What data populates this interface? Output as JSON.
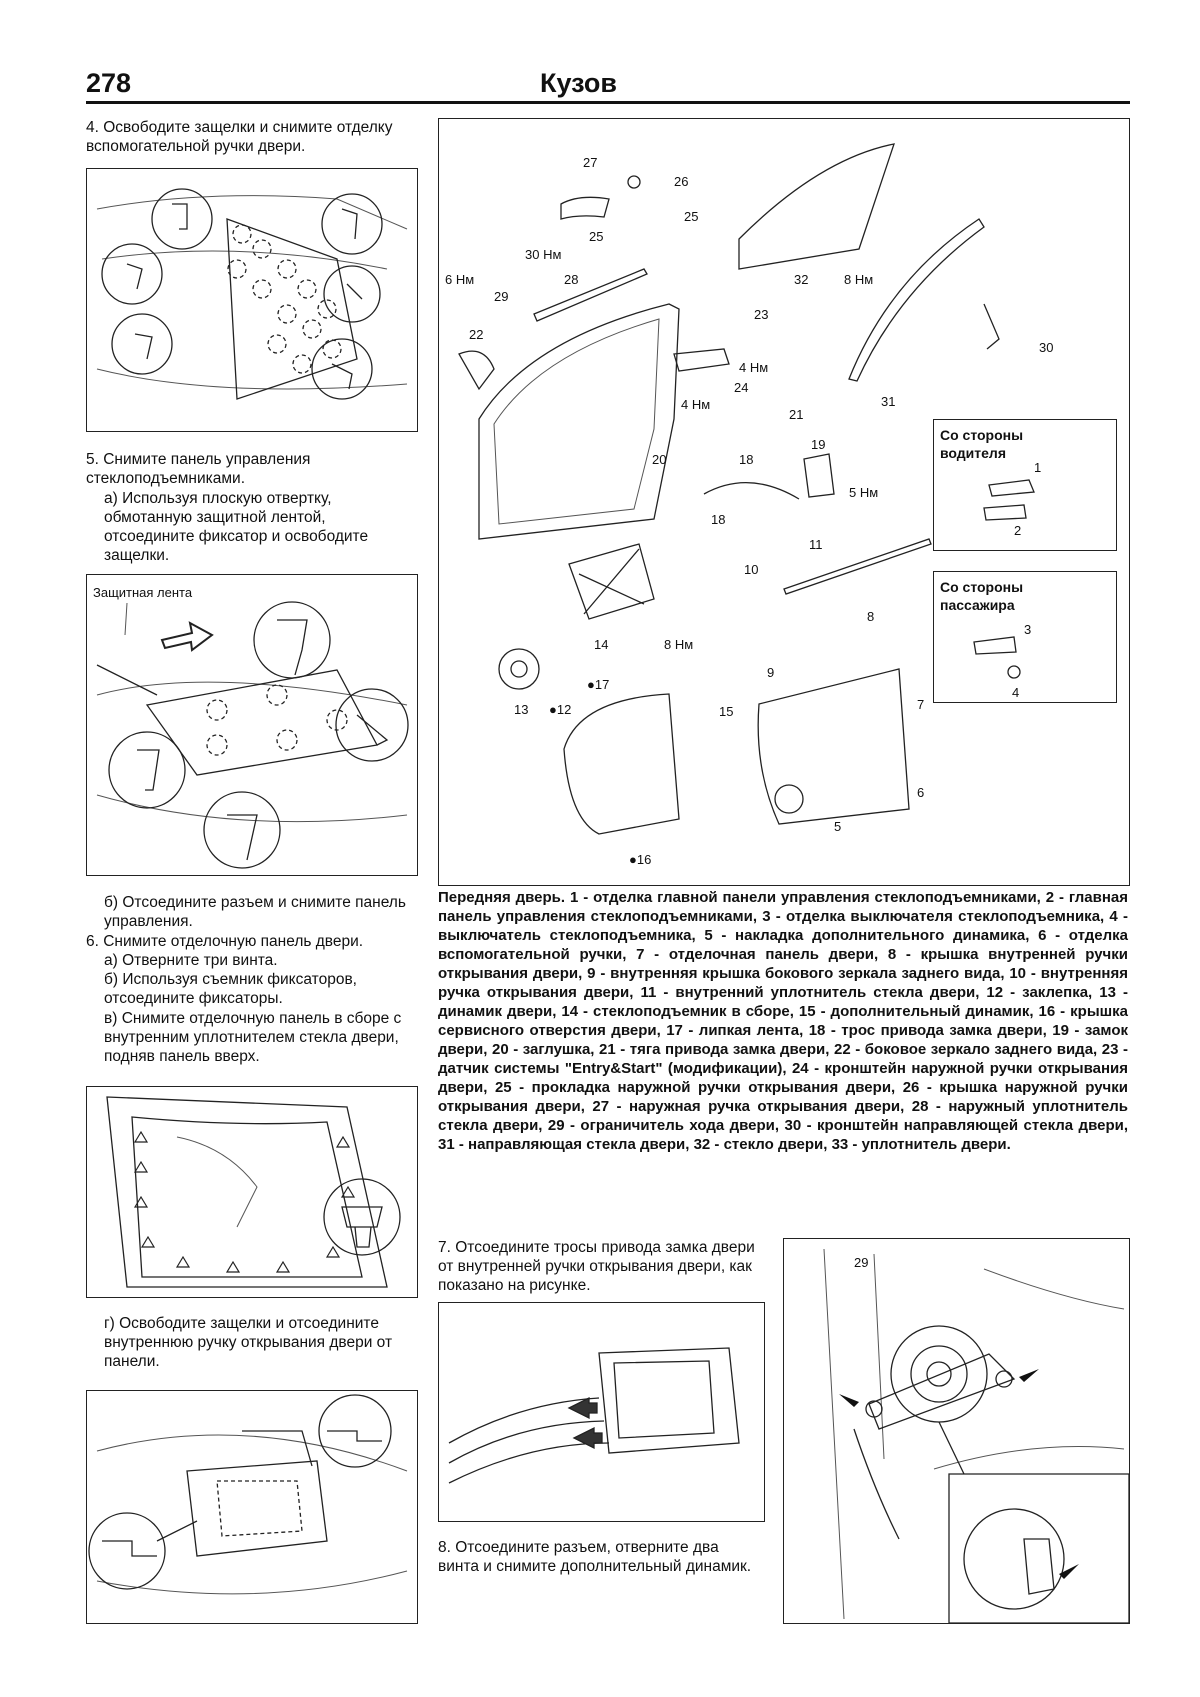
{
  "header": {
    "page_number": "278",
    "title": "Кузов"
  },
  "steps": {
    "s4": "4. Освободите защелки и снимите отделку вспомогательной ручки двери.",
    "s5": "5. Снимите панель управления стеклоподъемниками.",
    "s5a": "а) Используя плоскую отвертку, обмотанную защитной лентой, отсоедините фиксатор и освободите защелки.",
    "s5b": "б) Отсоедините разъем и снимите панель управления.",
    "s6": "6. Снимите отделочную панель двери.",
    "s6a": "а) Отверните три винта.",
    "s6b": "б) Используя съемник фиксаторов, отсоедините фиксаторы.",
    "s6v": "в) Снимите отделочную панель в сборе с внутренним уплотнителем стекла двери, подняв панель вверх.",
    "s6g": "г) Освободите защелки и отсоедините внутреннюю ручку открывания двери от панели.",
    "s7": "7. Отсоедините тросы привода замка двери от внутренней ручки открывания двери, как показано на рисунке.",
    "s8": "8. Отсоедините разъем, отверните два винта и снимите дополнительный динамик."
  },
  "figure_labels": {
    "protective_tape": "Защитная лента",
    "driver_side": "Со стороны водителя",
    "passenger_side": "Со стороны пассажира"
  },
  "exploded_labels": {
    "n27": "27",
    "n26": "26",
    "n25a": "25",
    "n25b": "25",
    "n30nm": "30 Нм",
    "n6nm": "6 Нм",
    "n29": "29",
    "n28": "28",
    "n32": "32",
    "n8nm_a": "8 Нм",
    "n22": "22",
    "n23": "23",
    "n4nm_a": "4 Нм",
    "n24": "24",
    "n4nm_b": "4 Нм",
    "n30": "30",
    "n31": "31",
    "n21": "21",
    "n20": "20",
    "n18a": "18",
    "n18b": "18",
    "n19": "19",
    "n5nm": "5 Нм",
    "n11": "11",
    "n10": "10",
    "n14": "14",
    "n8nm_b": "8 Нм",
    "n8": "8",
    "n9": "9",
    "n13": "13",
    "n12": "●12",
    "n17": "●17",
    "n15": "15",
    "n7": "7",
    "n6": "6",
    "n5": "5",
    "n16": "●16",
    "d1": "1",
    "d2": "2",
    "d3": "3",
    "d4": "4"
  },
  "caption": "Передняя дверь. 1 - отделка главной панели управления стеклоподъемниками, 2 - главная панель управления стеклоподъемниками, 3 - отделка выключателя стеклоподъемника, 4 - выключатель стеклоподъемника, 5 - накладка дополнительного динамика, 6 - отделка вспомогательной ручки, 7 - отделочная панель двери, 8 - крышка внутренней ручки открывания двери, 9 - внутренняя крышка бокового зеркала заднего вида, 10 - внутренняя ручка открывания двери, 11 - внутренний уплотнитель стекла двери, 12 - заклепка, 13 - динамик двери, 14 - стеклоподъемник в сборе, 15 - дополнительный динамик, 16 - крышка сервисного отверстия двери, 17 - липкая лента, 18 - трос привода замка двери, 19 - замок двери, 20 - заглушка, 21 - тяга привода замка двери, 22 - боковое зеркало заднего вида, 23 - датчик системы \"Entry&Start\" (модификации), 24 - кронштейн наружной ручки открывания двери, 25 - прокладка наружной ручки открывания двери, 26 - крышка наружной ручки открывания двери, 27 - наружная ручка открывания двери, 28 - наружный уплотнитель стекла двери, 29 - ограничитель хода двери, 30 - кронштейн направляющей стекла двери, 31 - направляющая стекла двери, 32 - стекло двери, 33 - уплотнитель двери.",
  "fig_fragment_label": "29"
}
